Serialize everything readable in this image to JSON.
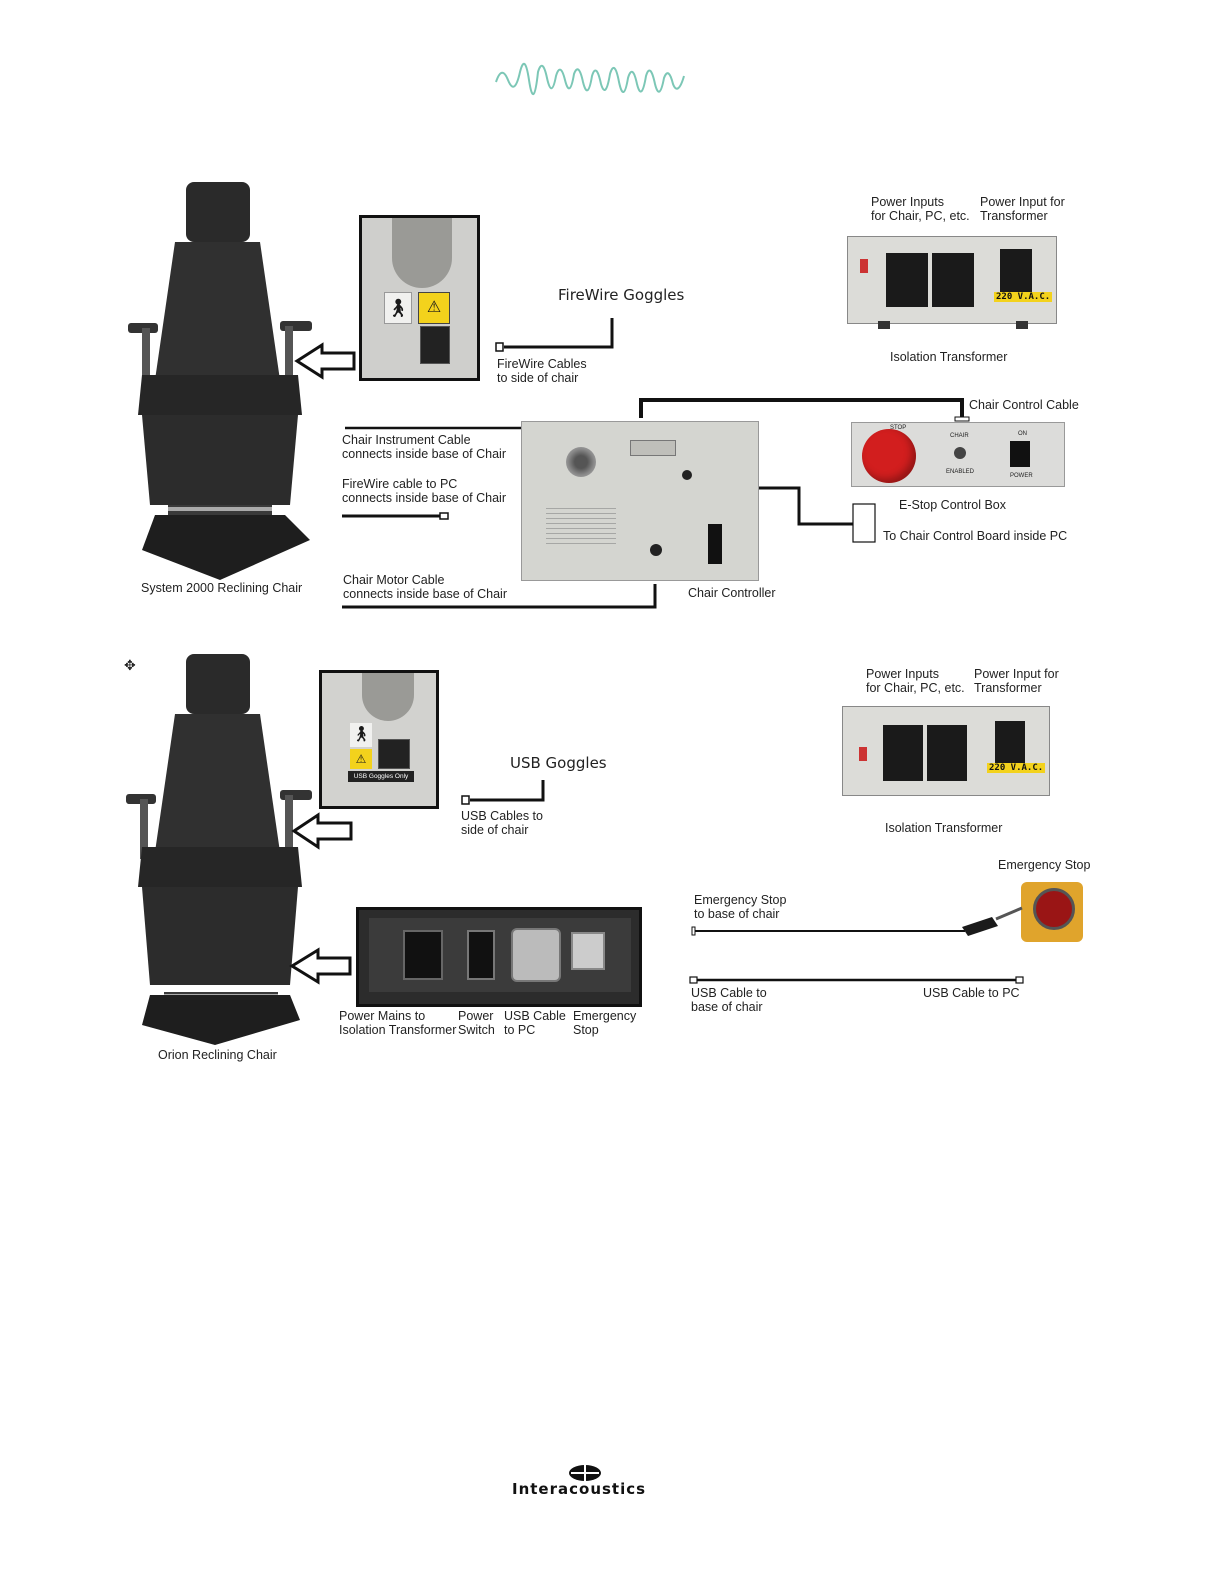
{
  "footer": {
    "brand": "Interacoustics"
  },
  "top_diagram": {
    "goggles_title": "FireWire Goggles",
    "goggle_cable_label": [
      "FireWire Cables",
      "to side of chair"
    ],
    "power_inputs_label": [
      "Power Inputs",
      "for Chair, PC, etc."
    ],
    "power_input_transformer_label": [
      "Power Input for",
      "Transformer"
    ],
    "transformer_voltage": "220 V.A.C.",
    "isolation_transformer_label": "Isolation Transformer",
    "chair_control_cable_label": "Chair Control Cable",
    "estop_button_text": "STOP",
    "estop_chair_text": "CHAIR",
    "estop_enabled_text": "ENABLED",
    "estop_on_text": "ON",
    "estop_power_text": "POWER",
    "estop_box_label": "E-Stop Control Box",
    "chair_control_board_label": "To Chair Control Board inside PC",
    "instrument_cable_label": [
      "Chair Instrument Cable",
      "connects inside base of Chair"
    ],
    "firewire_pc_label": [
      "FireWire cable to PC",
      "connects inside base of Chair"
    ],
    "motor_cable_label": [
      "Chair Motor Cable",
      "connects inside base of Chair"
    ],
    "chair_controller_label": "Chair Controller",
    "chair_label": "System 2000 Reclining Chair"
  },
  "bottom_diagram": {
    "goggles_title": "USB Goggles",
    "goggle_cable_label": [
      "USB Cables to",
      "side of chair"
    ],
    "usb_goggles_only_label": "USB Goggles Only",
    "power_inputs_label": [
      "Power Inputs",
      "for Chair, PC, etc."
    ],
    "power_input_transformer_label": [
      "Power Input for",
      "Transformer"
    ],
    "transformer_voltage": "220 V.A.C.",
    "isolation_transformer_label": "Isolation Transformer",
    "emergency_stop_label": "Emergency Stop",
    "estop_cable_label": [
      "Emergency Stop",
      "to base of chair"
    ],
    "usb_base_label": [
      "USB Cable to",
      "base of chair"
    ],
    "usb_pc_label": "USB Cable to PC",
    "panel_labels": {
      "power_mains": [
        "Power Mains to",
        "Isolation Transformer"
      ],
      "power_switch": [
        "Power",
        "Switch"
      ],
      "usb_cable": [
        "USB Cable",
        "to PC"
      ],
      "emergency_stop": [
        "Emergency",
        "Stop"
      ]
    },
    "chair_label": "Orion Reclining Chair"
  },
  "colors": {
    "wave": "#7cc7b6",
    "chair": "#2a2a2a",
    "device_gray": "#d7d7d3",
    "stop_red": "#d21e1e",
    "estop_yellow": "#e0a42c",
    "hazard_yellow": "#f3d21c"
  },
  "icons": [
    "wave-logo-icon",
    "arrow-left-icon",
    "body-symbol-icon",
    "esd-warning-icon",
    "cursor-move-icon",
    "interacoustics-logo-icon"
  ]
}
